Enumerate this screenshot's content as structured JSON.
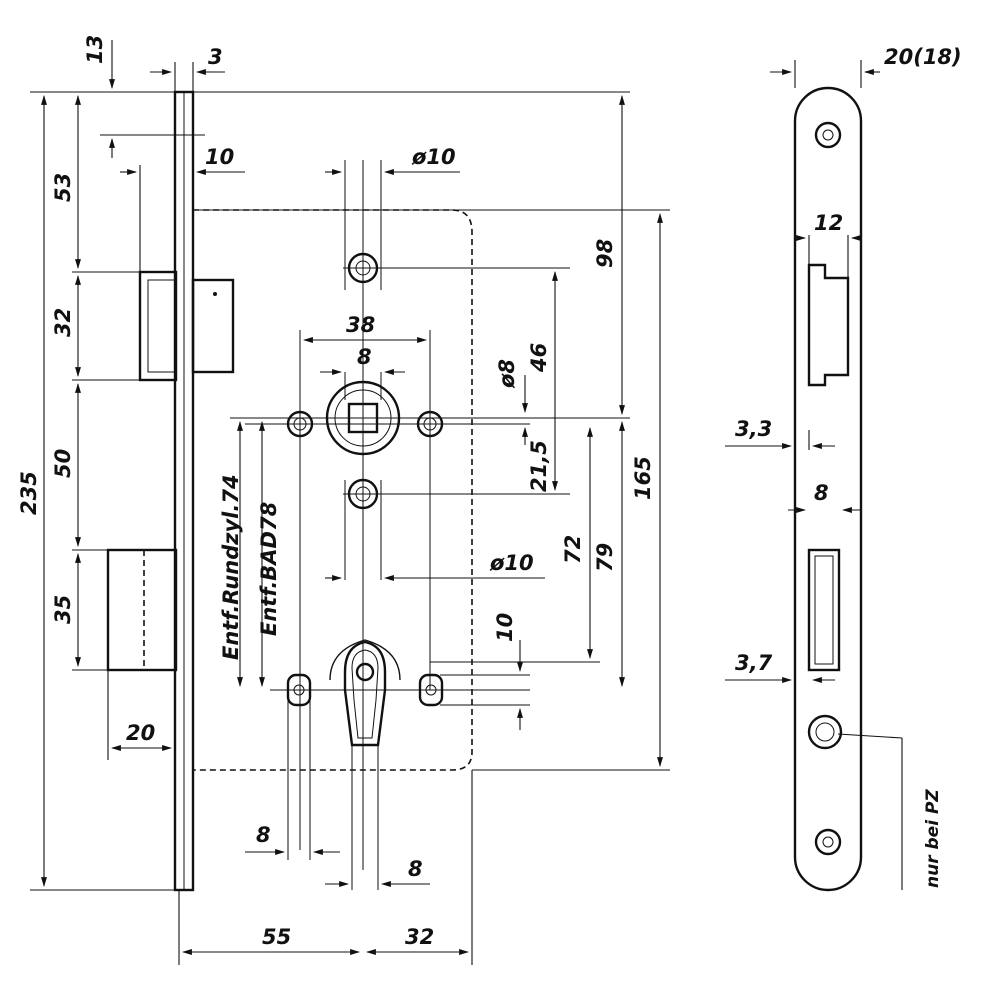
{
  "labels": {
    "d13": "13",
    "d3": "3",
    "d10_top": "10",
    "d53": "53",
    "d32_left": "32",
    "d50": "50",
    "d235": "235",
    "d35": "35",
    "d20": "20",
    "d10_dia_top": "ø10",
    "d38": "38",
    "d8_spindle": "8",
    "d8_dia": "ø8",
    "d46": "46",
    "d98": "98",
    "d21_5": "21,5",
    "d165": "165",
    "d72": "72",
    "d79": "79",
    "d10_dia_bottom": "ø10",
    "d10_vert": "10",
    "entf_rund": "Entf.Rundzyl.74",
    "entf_bad": "Entf.BAD78",
    "d8_bottom_left": "8",
    "d8_bottom": "8",
    "d55": "55",
    "d32_bottom": "32",
    "d20_18": "20(18)",
    "d12": "12",
    "d3_3": "3,3",
    "d8_face": "8",
    "d3_7": "3,7",
    "nur_bei_pz": "nur bei PZ"
  }
}
